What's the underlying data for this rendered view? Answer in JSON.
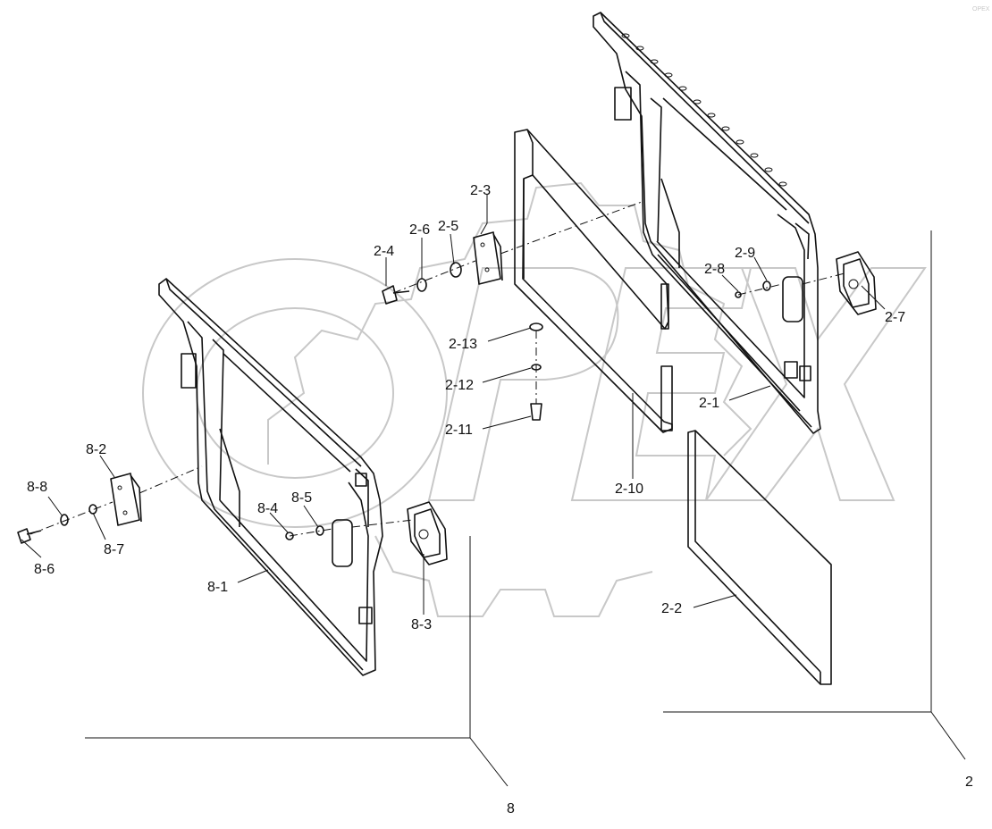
{
  "figure_labels": {
    "assembly_8": "8",
    "assembly_2": "2"
  },
  "callouts": {
    "c2_1": "2-1",
    "c2_2": "2-2",
    "c2_3": "2-3",
    "c2_4": "2-4",
    "c2_5": "2-5",
    "c2_6": "2-6",
    "c2_7": "2-7",
    "c2_8": "2-8",
    "c2_9": "2-9",
    "c2_10": "2-10",
    "c2_11": "2-11",
    "c2_12": "2-12",
    "c2_13": "2-13",
    "c8_1": "8-1",
    "c8_2": "8-2",
    "c8_3": "8-3",
    "c8_4": "8-4",
    "c8_5": "8-5",
    "c8_6": "8-6",
    "c8_7": "8-7",
    "c8_8": "8-8"
  },
  "watermark": {
    "text": "OPEX"
  }
}
